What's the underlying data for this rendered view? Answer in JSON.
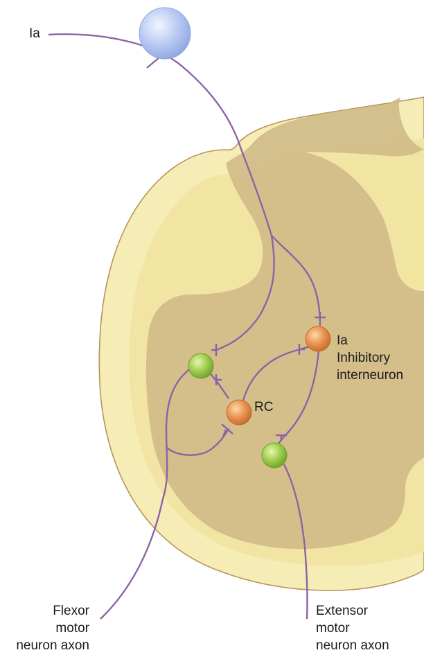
{
  "labels": {
    "ia_afferent": "Ia",
    "ia_interneuron": [
      "Ia",
      "Inhibitory",
      "interneuron"
    ],
    "renshaw_cell": "RC",
    "flexor_axon": [
      "Flexor",
      "motor",
      "neuron axon"
    ],
    "extensor_axon": [
      "Extensor",
      "motor",
      "neuron axon"
    ]
  },
  "colors": {
    "cord_outer": "#f6ecb6",
    "cord_white_matter": "#f2e4a2",
    "cord_border": "#b9935a",
    "gray_matter": "#cfb987",
    "neuron_path": "#8c62a6",
    "motor_neuron": "#8fc34a",
    "interneuron": "#e2884a",
    "sensory_cell": "#b6c8f0"
  }
}
